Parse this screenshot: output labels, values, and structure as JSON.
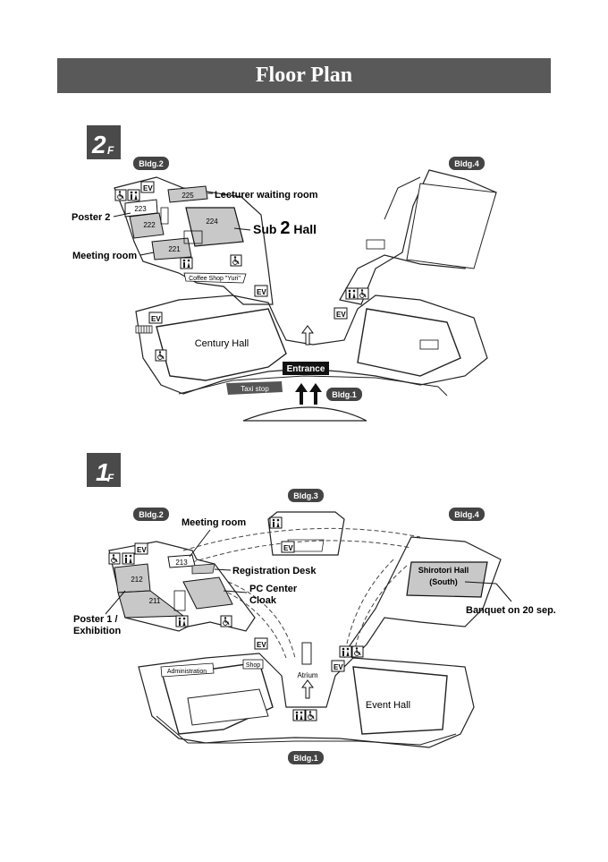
{
  "title": "Floor Plan",
  "floors": [
    {
      "badge_num": "2",
      "badge_suffix": "F",
      "buildings": [
        "Bldg.2",
        "Bldg.4",
        "Bldg.1"
      ],
      "rooms": {
        "r225": "225",
        "r223": "223",
        "r222": "222",
        "r224": "224",
        "r221": "221"
      },
      "callouts": {
        "lecturer": "Lecturer waiting room",
        "poster2": "Poster 2",
        "sub2_pre": "Sub ",
        "sub2_num": "2",
        "sub2_post": " Hall",
        "meeting": "Meeting room"
      },
      "places": {
        "coffee": "Coffee Shop \"Yuri\"",
        "century": "Century Hall",
        "entrance": "Entrance",
        "taxi": "Taxi stop"
      },
      "icons": {
        "ev": "EV"
      }
    },
    {
      "badge_num": "1",
      "badge_suffix": "F",
      "buildings": [
        "Bldg.2",
        "Bldg.3",
        "Bldg.4",
        "Bldg.1"
      ],
      "rooms": {
        "r213": "213",
        "r212": "212",
        "r211": "211"
      },
      "callouts": {
        "meeting": "Meeting room",
        "registration": "Registration Desk",
        "pc1": "PC Center",
        "pc2": "Cloak",
        "poster1a": "Poster 1 /",
        "poster1b": "Exhibition",
        "shirotori1": "Shirotori Hall",
        "shirotori2": "(South)",
        "banquet": "Banquet on 20 sep."
      },
      "places": {
        "administration": "Administration",
        "shop": "Shop",
        "atrium": "Atrium",
        "event": "Event Hall"
      },
      "icons": {
        "ev": "EV"
      }
    }
  ]
}
